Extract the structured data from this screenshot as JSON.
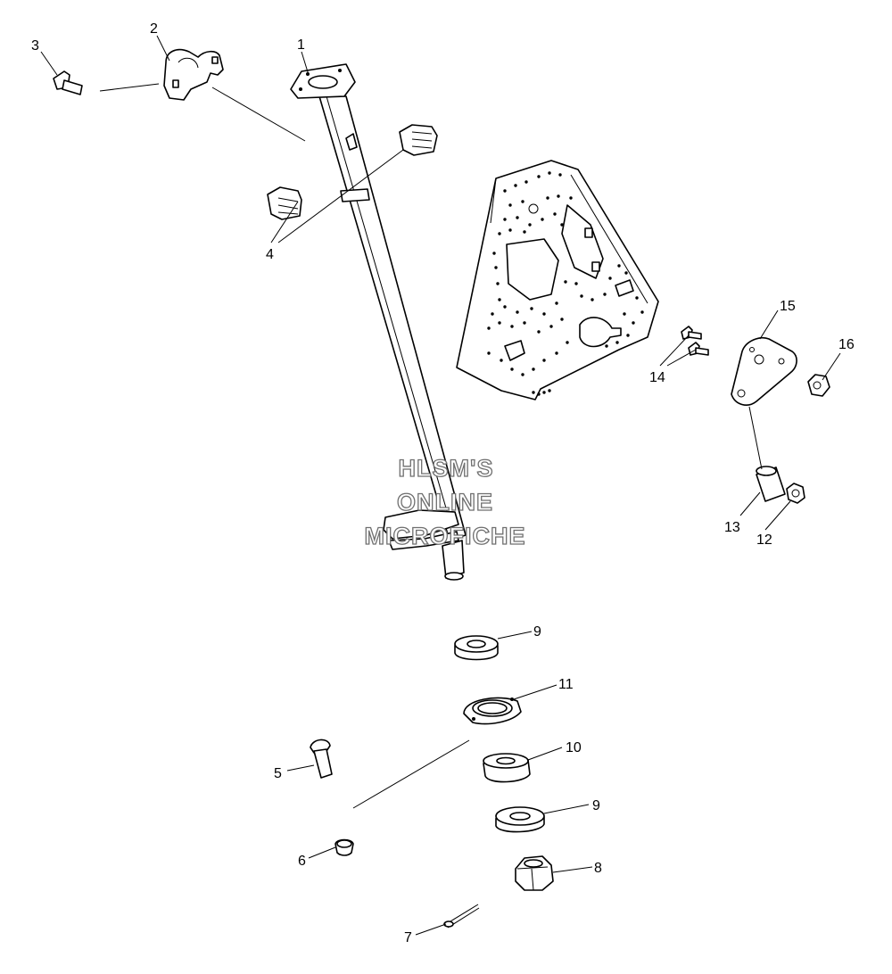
{
  "callouts": {
    "c1": "1",
    "c2": "2",
    "c3": "3",
    "c4": "4",
    "c5": "5",
    "c6": "6",
    "c7": "7",
    "c8": "8",
    "c9a": "9",
    "c9b": "9",
    "c10": "10",
    "c11": "11",
    "c12": "12",
    "c13": "13",
    "c14": "14",
    "c15": "15",
    "c16": "16"
  },
  "watermark": {
    "line1": "HLSM'S",
    "line2": "ONLINE",
    "line3": "MICROFICHE"
  }
}
